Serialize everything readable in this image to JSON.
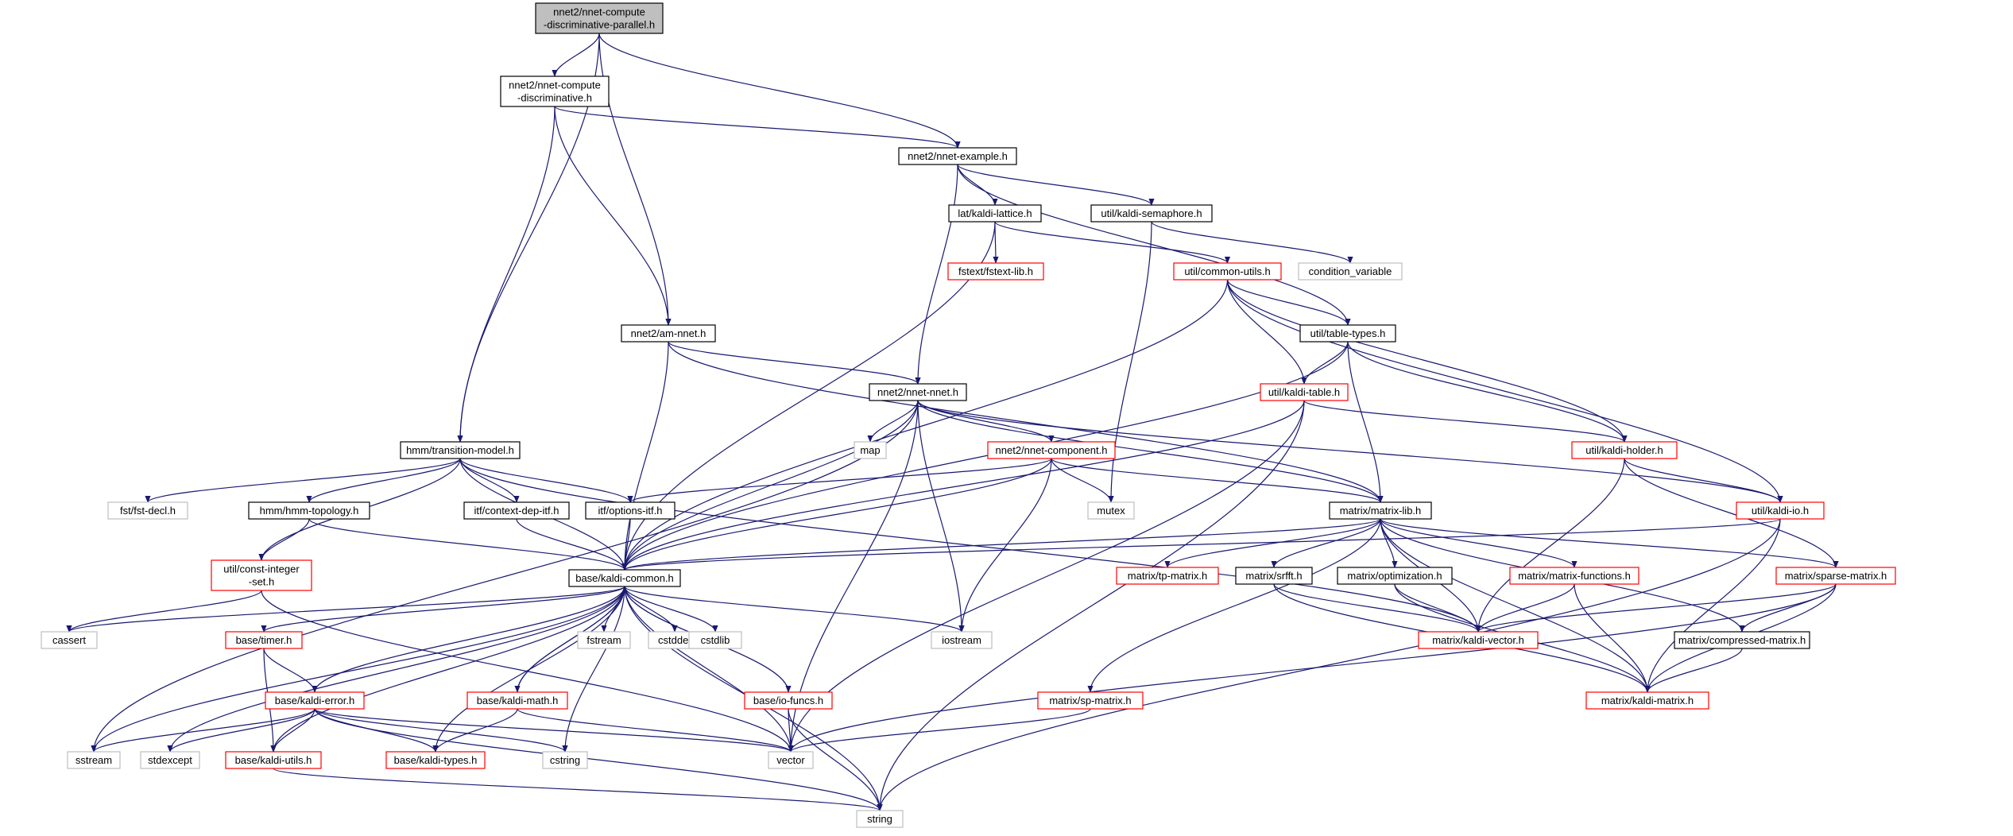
{
  "colors": {
    "edge": "#191970",
    "box_black": "#000000",
    "box_red": "#ff0000",
    "box_gray": "#bfbfbf",
    "root_fill": "#bfbfbf",
    "background": "#ffffff"
  },
  "nodes": [
    {
      "id": "root",
      "lines": [
        "nnet2/nnet-compute",
        "-discriminative-parallel.h"
      ],
      "style": "root"
    },
    {
      "id": "ncd",
      "lines": [
        "nnet2/nnet-compute",
        "-discriminative.h"
      ],
      "style": "black"
    },
    {
      "id": "nnet_example",
      "lines": [
        "nnet2/nnet-example.h"
      ],
      "style": "black"
    },
    {
      "id": "kaldi_lattice",
      "lines": [
        "lat/kaldi-lattice.h"
      ],
      "style": "black"
    },
    {
      "id": "kaldi_semaphore",
      "lines": [
        "util/kaldi-semaphore.h"
      ],
      "style": "black"
    },
    {
      "id": "fstext_lib",
      "lines": [
        "fstext/fstext-lib.h"
      ],
      "style": "red"
    },
    {
      "id": "common_utils",
      "lines": [
        "util/common-utils.h"
      ],
      "style": "red"
    },
    {
      "id": "condition_variable",
      "lines": [
        "condition_variable"
      ],
      "style": "gray"
    },
    {
      "id": "am_nnet",
      "lines": [
        "nnet2/am-nnet.h"
      ],
      "style": "black"
    },
    {
      "id": "table_types",
      "lines": [
        "util/table-types.h"
      ],
      "style": "black"
    },
    {
      "id": "nnet_nnet",
      "lines": [
        "nnet2/nnet-nnet.h"
      ],
      "style": "black"
    },
    {
      "id": "kaldi_table",
      "lines": [
        "util/kaldi-table.h"
      ],
      "style": "red"
    },
    {
      "id": "map",
      "lines": [
        "map"
      ],
      "style": "gray"
    },
    {
      "id": "nnet_component",
      "lines": [
        "nnet2/nnet-component.h"
      ],
      "style": "red"
    },
    {
      "id": "kaldi_holder",
      "lines": [
        "util/kaldi-holder.h"
      ],
      "style": "red"
    },
    {
      "id": "transition_model",
      "lines": [
        "hmm/transition-model.h"
      ],
      "style": "black"
    },
    {
      "id": "fst_decl",
      "lines": [
        "fst/fst-decl.h"
      ],
      "style": "gray"
    },
    {
      "id": "hmm_topology",
      "lines": [
        "hmm/hmm-topology.h"
      ],
      "style": "black"
    },
    {
      "id": "context_dep_itf",
      "lines": [
        "itf/context-dep-itf.h"
      ],
      "style": "black"
    },
    {
      "id": "options_itf",
      "lines": [
        "itf/options-itf.h"
      ],
      "style": "black"
    },
    {
      "id": "mutex",
      "lines": [
        "mutex"
      ],
      "style": "gray"
    },
    {
      "id": "matrix_lib",
      "lines": [
        "matrix/matrix-lib.h"
      ],
      "style": "black"
    },
    {
      "id": "kaldi_io",
      "lines": [
        "util/kaldi-io.h"
      ],
      "style": "red"
    },
    {
      "id": "const_integer_set",
      "lines": [
        "util/const-integer",
        "-set.h"
      ],
      "style": "red"
    },
    {
      "id": "kaldi_common",
      "lines": [
        "base/kaldi-common.h"
      ],
      "style": "black"
    },
    {
      "id": "tp_matrix",
      "lines": [
        "matrix/tp-matrix.h"
      ],
      "style": "red"
    },
    {
      "id": "srfft",
      "lines": [
        "matrix/srfft.h"
      ],
      "style": "black"
    },
    {
      "id": "optimization",
      "lines": [
        "matrix/optimization.h"
      ],
      "style": "black"
    },
    {
      "id": "matrix_functions",
      "lines": [
        "matrix/matrix-functions.h"
      ],
      "style": "red"
    },
    {
      "id": "sparse_matrix",
      "lines": [
        "matrix/sparse-matrix.h"
      ],
      "style": "red"
    },
    {
      "id": "cassert",
      "lines": [
        "cassert"
      ],
      "style": "gray"
    },
    {
      "id": "timer",
      "lines": [
        "base/timer.h"
      ],
      "style": "red"
    },
    {
      "id": "fstream",
      "lines": [
        "fstream"
      ],
      "style": "gray"
    },
    {
      "id": "cstddef",
      "lines": [
        "cstddef"
      ],
      "style": "gray"
    },
    {
      "id": "cstdlib",
      "lines": [
        "cstdlib"
      ],
      "style": "gray"
    },
    {
      "id": "iostream",
      "lines": [
        "iostream"
      ],
      "style": "gray"
    },
    {
      "id": "kaldi_vector",
      "lines": [
        "matrix/kaldi-vector.h"
      ],
      "style": "red"
    },
    {
      "id": "compressed_matrix",
      "lines": [
        "matrix/compressed-matrix.h"
      ],
      "style": "black"
    },
    {
      "id": "kaldi_error",
      "lines": [
        "base/kaldi-error.h"
      ],
      "style": "red"
    },
    {
      "id": "kaldi_math",
      "lines": [
        "base/kaldi-math.h"
      ],
      "style": "red"
    },
    {
      "id": "io_funcs",
      "lines": [
        "base/io-funcs.h"
      ],
      "style": "red"
    },
    {
      "id": "sp_matrix",
      "lines": [
        "matrix/sp-matrix.h"
      ],
      "style": "red"
    },
    {
      "id": "kaldi_matrix",
      "lines": [
        "matrix/kaldi-matrix.h"
      ],
      "style": "red"
    },
    {
      "id": "sstream",
      "lines": [
        "sstream"
      ],
      "style": "gray"
    },
    {
      "id": "stdexcept",
      "lines": [
        "stdexcept"
      ],
      "style": "gray"
    },
    {
      "id": "kaldi_utils",
      "lines": [
        "base/kaldi-utils.h"
      ],
      "style": "red"
    },
    {
      "id": "kaldi_types",
      "lines": [
        "base/kaldi-types.h"
      ],
      "style": "red"
    },
    {
      "id": "cstring",
      "lines": [
        "cstring"
      ],
      "style": "gray"
    },
    {
      "id": "vector",
      "lines": [
        "vector"
      ],
      "style": "gray"
    },
    {
      "id": "string",
      "lines": [
        "string"
      ],
      "style": "gray"
    }
  ],
  "edges": [
    [
      "root",
      "ncd"
    ],
    [
      "root",
      "nnet_example"
    ],
    [
      "root",
      "am_nnet"
    ],
    [
      "root",
      "transition_model"
    ],
    [
      "ncd",
      "nnet_example"
    ],
    [
      "ncd",
      "am_nnet"
    ],
    [
      "ncd",
      "transition_model"
    ],
    [
      "nnet_example",
      "kaldi_lattice"
    ],
    [
      "nnet_example",
      "kaldi_semaphore"
    ],
    [
      "nnet_example",
      "nnet_nnet"
    ],
    [
      "nnet_example",
      "table_types"
    ],
    [
      "kaldi_lattice",
      "fstext_lib"
    ],
    [
      "kaldi_lattice",
      "common_utils"
    ],
    [
      "kaldi_lattice",
      "kaldi_common"
    ],
    [
      "kaldi_semaphore",
      "condition_variable"
    ],
    [
      "kaldi_semaphore",
      "mutex"
    ],
    [
      "common_utils",
      "table_types"
    ],
    [
      "common_utils",
      "kaldi_table"
    ],
    [
      "common_utils",
      "kaldi_holder"
    ],
    [
      "common_utils",
      "kaldi_io"
    ],
    [
      "common_utils",
      "kaldi_common"
    ],
    [
      "am_nnet",
      "nnet_nnet"
    ],
    [
      "am_nnet",
      "kaldi_common"
    ],
    [
      "am_nnet",
      "matrix_lib"
    ],
    [
      "table_types",
      "kaldi_table"
    ],
    [
      "table_types",
      "kaldi_holder"
    ],
    [
      "table_types",
      "matrix_lib"
    ],
    [
      "table_types",
      "kaldi_common"
    ],
    [
      "nnet_nnet",
      "map"
    ],
    [
      "nnet_nnet",
      "nnet_component"
    ],
    [
      "nnet_nnet",
      "kaldi_io"
    ],
    [
      "nnet_nnet",
      "matrix_lib"
    ],
    [
      "nnet_nnet",
      "sstream"
    ],
    [
      "nnet_nnet",
      "kaldi_common"
    ],
    [
      "nnet_nnet",
      "iostream"
    ],
    [
      "nnet_nnet",
      "vector"
    ],
    [
      "kaldi_table",
      "kaldi_holder"
    ],
    [
      "kaldi_table",
      "kaldi_common"
    ],
    [
      "kaldi_table",
      "vector"
    ],
    [
      "kaldi_table",
      "string"
    ],
    [
      "nnet_component",
      "mutex"
    ],
    [
      "nnet_component",
      "options_itf"
    ],
    [
      "nnet_component",
      "matrix_lib"
    ],
    [
      "nnet_component",
      "kaldi_common"
    ],
    [
      "nnet_component",
      "iostream"
    ],
    [
      "kaldi_holder",
      "kaldi_io"
    ],
    [
      "kaldi_holder",
      "sparse_matrix"
    ],
    [
      "kaldi_holder",
      "kaldi_vector"
    ],
    [
      "transition_model",
      "fst_decl"
    ],
    [
      "transition_model",
      "hmm_topology"
    ],
    [
      "transition_model",
      "context_dep_itf"
    ],
    [
      "transition_model",
      "options_itf"
    ],
    [
      "transition_model",
      "const_integer_set"
    ],
    [
      "transition_model",
      "kaldi_common"
    ],
    [
      "transition_model",
      "kaldi_vector"
    ],
    [
      "hmm_topology",
      "kaldi_common"
    ],
    [
      "hmm_topology",
      "const_integer_set"
    ],
    [
      "context_dep_itf",
      "kaldi_common"
    ],
    [
      "options_itf",
      "kaldi_common"
    ],
    [
      "matrix_lib",
      "kaldi_common"
    ],
    [
      "matrix_lib",
      "tp_matrix"
    ],
    [
      "matrix_lib",
      "srfft"
    ],
    [
      "matrix_lib",
      "optimization"
    ],
    [
      "matrix_lib",
      "matrix_functions"
    ],
    [
      "matrix_lib",
      "sparse_matrix"
    ],
    [
      "matrix_lib",
      "compressed_matrix"
    ],
    [
      "matrix_lib",
      "kaldi_vector"
    ],
    [
      "matrix_lib",
      "kaldi_matrix"
    ],
    [
      "matrix_lib",
      "sp_matrix"
    ],
    [
      "kaldi_io",
      "kaldi_common"
    ],
    [
      "kaldi_io",
      "kaldi_matrix"
    ],
    [
      "kaldi_io",
      "string"
    ],
    [
      "const_integer_set",
      "cassert"
    ],
    [
      "const_integer_set",
      "vector"
    ],
    [
      "kaldi_common",
      "cassert"
    ],
    [
      "kaldi_common",
      "timer"
    ],
    [
      "kaldi_common",
      "fstream"
    ],
    [
      "kaldi_common",
      "cstddef"
    ],
    [
      "kaldi_common",
      "cstdlib"
    ],
    [
      "kaldi_common",
      "iostream"
    ],
    [
      "kaldi_common",
      "kaldi_error"
    ],
    [
      "kaldi_common",
      "kaldi_math"
    ],
    [
      "kaldi_common",
      "io_funcs"
    ],
    [
      "kaldi_common",
      "sstream"
    ],
    [
      "kaldi_common",
      "stdexcept"
    ],
    [
      "kaldi_common",
      "kaldi_utils"
    ],
    [
      "kaldi_common",
      "kaldi_types"
    ],
    [
      "kaldi_common",
      "cstring"
    ],
    [
      "kaldi_common",
      "vector"
    ],
    [
      "kaldi_common",
      "string"
    ],
    [
      "srfft",
      "kaldi_vector"
    ],
    [
      "srfft",
      "kaldi_matrix"
    ],
    [
      "optimization",
      "kaldi_vector"
    ],
    [
      "optimization",
      "kaldi_matrix"
    ],
    [
      "matrix_functions",
      "kaldi_vector"
    ],
    [
      "matrix_functions",
      "kaldi_matrix"
    ],
    [
      "sparse_matrix",
      "kaldi_vector"
    ],
    [
      "sparse_matrix",
      "compressed_matrix"
    ],
    [
      "sparse_matrix",
      "kaldi_matrix"
    ],
    [
      "sparse_matrix",
      "vector"
    ],
    [
      "compressed_matrix",
      "kaldi_matrix"
    ],
    [
      "timer",
      "kaldi_error"
    ],
    [
      "timer",
      "kaldi_utils"
    ],
    [
      "kaldi_error",
      "sstream"
    ],
    [
      "kaldi_error",
      "stdexcept"
    ],
    [
      "kaldi_error",
      "kaldi_utils"
    ],
    [
      "kaldi_error",
      "kaldi_types"
    ],
    [
      "kaldi_error",
      "cstring"
    ],
    [
      "kaldi_error",
      "vector"
    ],
    [
      "kaldi_error",
      "string"
    ],
    [
      "kaldi_math",
      "kaldi_common"
    ],
    [
      "kaldi_math",
      "kaldi_types"
    ],
    [
      "kaldi_math",
      "vector"
    ],
    [
      "io_funcs",
      "kaldi_common"
    ],
    [
      "io_funcs",
      "vector"
    ],
    [
      "io_funcs",
      "string"
    ],
    [
      "sp_matrix",
      "vector"
    ],
    [
      "kaldi_utils",
      "string"
    ]
  ]
}
